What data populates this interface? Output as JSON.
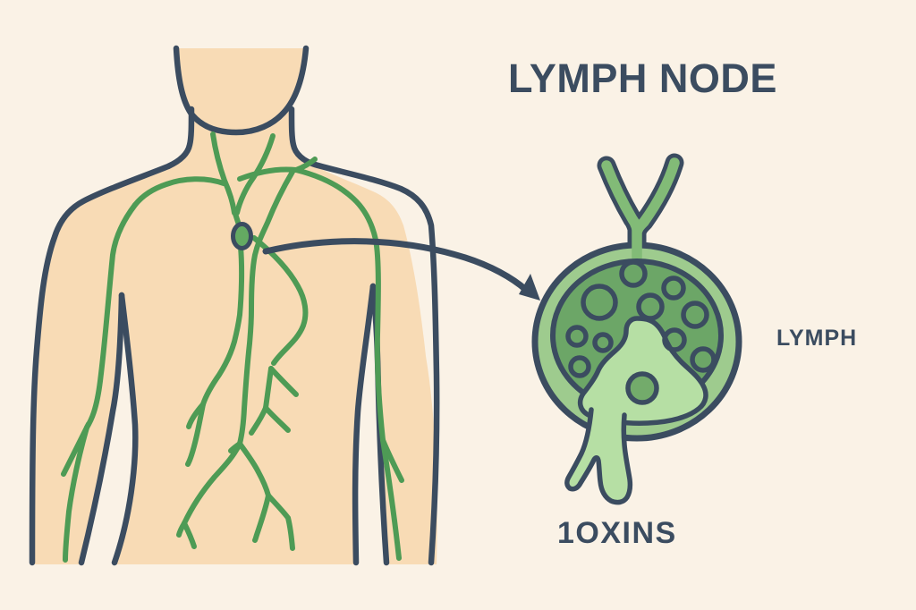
{
  "header": {
    "title": "LYMPH NODE"
  },
  "diagram": {
    "lymph_label": "LYMPH",
    "toxins_label": "1OXINS"
  },
  "icons": {
    "pointer_arrow": "curved-arrow-pointing-to-node"
  },
  "colors": {
    "background": "#faf2e6",
    "skin": "#f8dbb5",
    "outline": "#3b4c60",
    "vessel_green": "#4e9b55",
    "chest_node_green": "#64aa62",
    "tube_green": "#82bb77",
    "ring_green": "#9ecb8e",
    "inner_green": "#6ca667",
    "blob_green": "#b6dfa4",
    "germinal_green": "#73ab6b",
    "text": "#3b4c60"
  }
}
